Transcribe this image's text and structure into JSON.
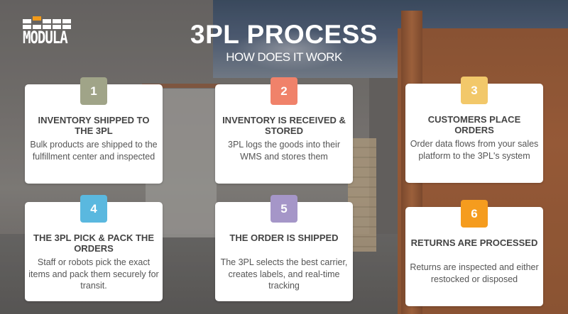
{
  "logo": {
    "text": "MODULA",
    "accent_color": "#f29a1a"
  },
  "header": {
    "title": "3PL PROCESS",
    "subtitle": "HOW DOES IT WORK"
  },
  "steps": [
    {
      "number": "1",
      "color": "#a0a488",
      "title": "INVENTORY SHIPPED TO THE 3PL",
      "description": "Bulk products are shipped to the fulfillment center and inspected"
    },
    {
      "number": "2",
      "color": "#f0826a",
      "title": "INVENTORY IS RECEIVED & STORED",
      "description": "3PL logs the goods into their WMS and stores them"
    },
    {
      "number": "3",
      "color": "#f2c86a",
      "title": "CUSTOMERS PLACE ORDERS",
      "description": "Order data flows from your sales platform to the 3PL's system"
    },
    {
      "number": "4",
      "color": "#5ab8df",
      "title": "THE 3PL PICK & PACK THE ORDERS",
      "description": "Staff or robots pick the exact items and pack them securely for transit."
    },
    {
      "number": "5",
      "color": "#a596c8",
      "title": "THE ORDER IS SHIPPED",
      "description": "The 3PL selects the best carrier, creates labels, and real-time tracking"
    },
    {
      "number": "6",
      "color": "#f59c1e",
      "title": "RETURNS ARE PROCESSED",
      "description": "Returns are inspected and either restocked or disposed"
    }
  ]
}
